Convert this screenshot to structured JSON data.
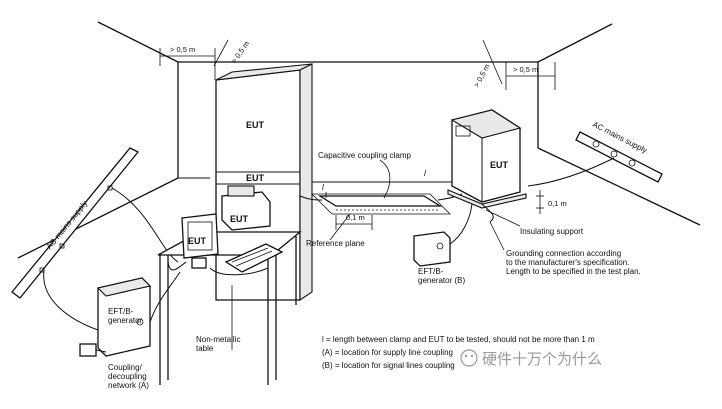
{
  "labels": {
    "eut": "EUT",
    "dim_wall_gap": "> 0,5 m",
    "dim_depth_gap": "> 0,5 m",
    "dim_right_wall_gap": "> 0,5 m",
    "dim_right_depth_gap": "> 0,5 m",
    "capacitive_clamp": "Capacitive coupling clamp",
    "length_l": "l",
    "dim_01_left": "0,1 m",
    "dim_01_right": "0,1 m",
    "reference_plane": "Reference plane",
    "insulating_support": "Insulating support",
    "ac_mains_left": "AC mains supply",
    "ac_mains_right": "AC mains supply",
    "eft_generator_left": "EFT/B-\ngenerator",
    "coupling_network": "Coupling/\ndecoupling\nnetwork (A)",
    "eft_generator_right": "EFT/B-\ngenerator (B)",
    "non_metallic_table": "Non-metallic\ntable",
    "grounding": "Grounding connection according\nto the manufacturer's specification.\nLength to be specified in the test plan.",
    "legend_l": "l   = length between clamp and EUT to be tested, should not be more than 1 m",
    "legend_a": "(A) = location for supply line coupling",
    "legend_b": "(B) = location for signal lines coupling",
    "watermark": "硬件十万个为什么"
  }
}
